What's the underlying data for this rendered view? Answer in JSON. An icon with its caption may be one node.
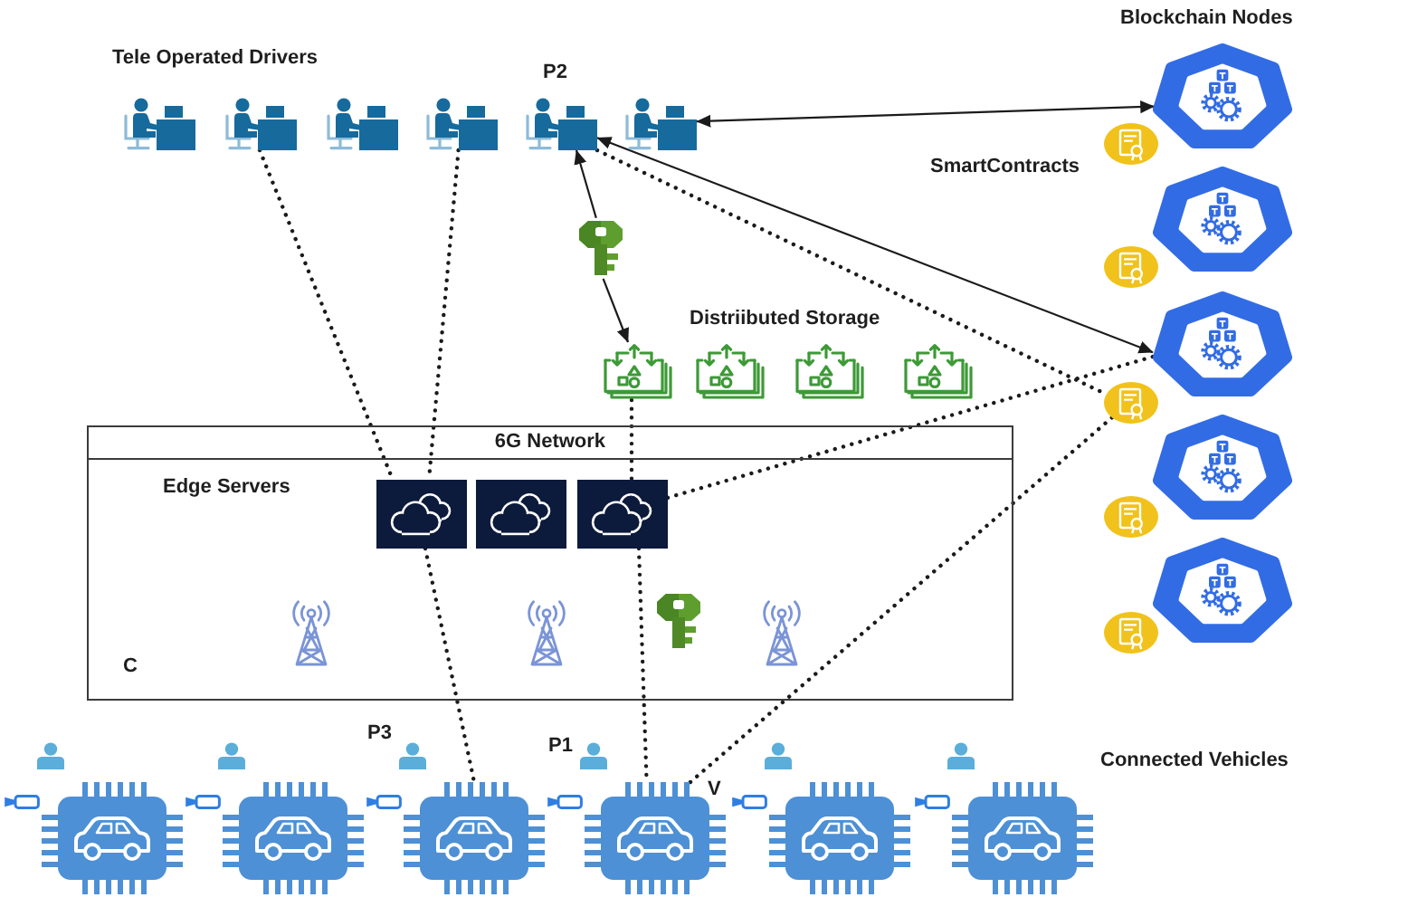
{
  "diagram": {
    "nodes": [
      {
        "text": [],
        "shape": "picture"
      },
      {
        "text": [],
        "shape": "picture"
      },
      {
        "text": [],
        "shape": "picture"
      },
      {
        "text": [],
        "shape": "picture"
      },
      {
        "text": [],
        "shape": "picture",
        "beside": [
          "P2"
        ]
      },
      {
        "text": [],
        "shape": "picture"
      },
      {
        "text": [],
        "shape": "picture"
      },
      {
        "text": [],
        "shape": "picture"
      },
      {
        "text": [],
        "shape": "picture"
      },
      {
        "text": [],
        "shape": "picture"
      },
      {
        "text": [],
        "shape": "picture"
      },
      {
        "text": [],
        "shape": "picture"
      },
      {
        "text": [],
        "shape": "picture"
      },
      {
        "text": [],
        "shape": "picture"
      },
      {
        "text": [],
        "shape": "picture"
      },
      {
        "text": [],
        "shape": "picture"
      },
      {
        "text": [],
        "shape": "picture"
      },
      {
        "text": [],
        "shape": "picture"
      },
      {
        "text": [],
        "shape": "picture"
      },
      {
        "text": [
          "6G Network",
          "Edge Servers",
          "C"
        ]
      },
      {
        "text": [],
        "shape": "picture",
        "in": 19
      },
      {
        "text": [],
        "shape": "picture",
        "in": 19
      },
      {
        "text": [],
        "shape": "picture",
        "in": 19
      },
      {
        "text": [],
        "shape": "picture"
      },
      {
        "text": [],
        "shape": "picture"
      },
      {
        "text": [],
        "shape": "picture"
      },
      {
        "text": [],
        "shape": "picture"
      },
      {
        "text": [],
        "shape": "picture",
        "beside": [
          "P3"
        ]
      },
      {
        "text": [],
        "shape": "picture",
        "beside": [
          "P1",
          "V"
        ]
      },
      {
        "text": [],
        "shape": "picture"
      },
      {
        "text": [],
        "shape": "picture"
      }
    ],
    "edges": [
      {
        "from": 5,
        "to": 6,
        "arrow": "both"
      },
      {
        "from": 4,
        "to": 11,
        "arrow": "both"
      },
      {
        "from": 9,
        "to": 4,
        "arrow": "to"
      },
      {
        "from": 9,
        "to": 12,
        "arrow": "to"
      },
      {
        "from": 1,
        "to": 20,
        "arrow": "none",
        "style": "dashed"
      },
      {
        "from": 3,
        "to": 20,
        "arrow": "none",
        "style": "dashed"
      },
      {
        "from": 20,
        "to": 27,
        "arrow": "none",
        "style": "dashed"
      },
      {
        "from": 12,
        "to": 22,
        "arrow": "none",
        "style": "dashed"
      },
      {
        "from": 22,
        "to": 28,
        "arrow": "none",
        "style": "dashed"
      },
      {
        "from": 22,
        "to": 11,
        "arrow": "none",
        "style": "dashed"
      },
      {
        "from": 4,
        "to": 16,
        "arrow": "none",
        "style": "dashed"
      },
      {
        "from": 28,
        "to": 16,
        "arrow": "none",
        "style": "dashed"
      }
    ],
    "labels": [
      "Blockchain Nodes",
      "Tele Operated Drivers",
      "SmartContracts",
      "Distriibuted Storage",
      "Connected Vehicles"
    ]
  }
}
